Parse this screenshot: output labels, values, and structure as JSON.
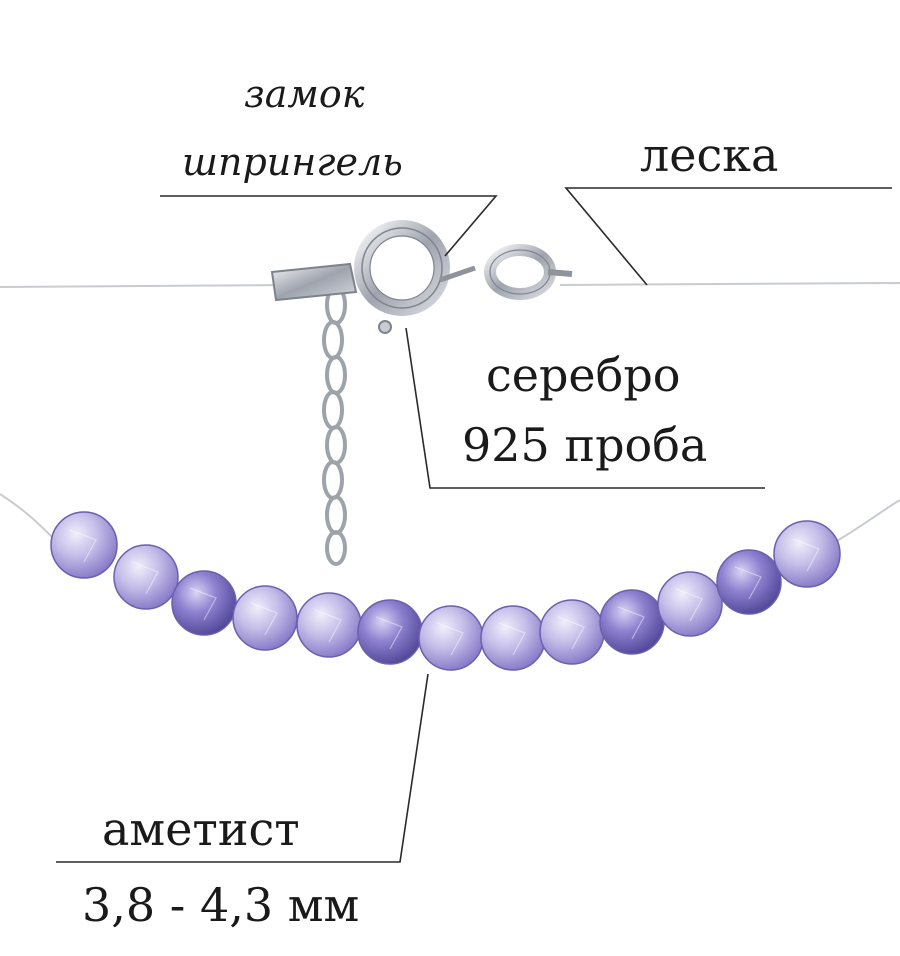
{
  "labels": {
    "clasp_line1": "замок",
    "clasp_line2": "шпрингель",
    "fishing_line": "леска",
    "metal_line1": "серебро",
    "metal_line2": "925 проба",
    "stone_line1": "аметист",
    "stone_line2": "3,8 - 4,3 мм"
  },
  "colors": {
    "leader_line": "#2a2a2a",
    "silver": "#a9adb6",
    "fishing_line": "#c8ccd2",
    "amethyst_light": "#b9b2e2",
    "amethyst_dark": "#6f62b5"
  }
}
